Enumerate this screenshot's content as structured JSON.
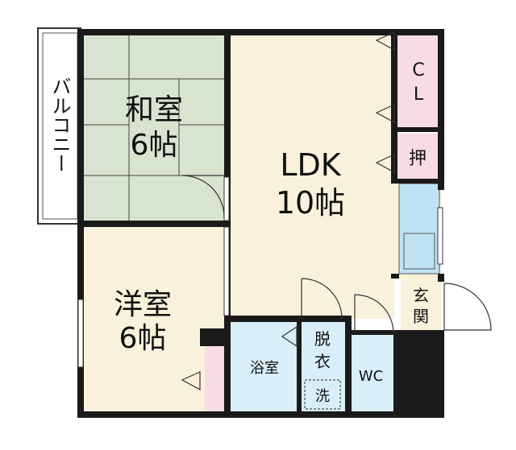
{
  "rooms": {
    "washitsu": {
      "name": "和室",
      "size": "6帖"
    },
    "ldk": {
      "name": "LDK",
      "size": "10帖"
    },
    "youshitsu": {
      "name": "洋室",
      "size": "6帖"
    },
    "closet": {
      "line1": "C",
      "line2": "L"
    },
    "oshiire": {
      "name": "押"
    },
    "genkan": {
      "line1": "玄",
      "line2": "関"
    },
    "bath": {
      "name": "浴室"
    },
    "dressing": {
      "line1": "脱",
      "line2": "衣"
    },
    "washer": {
      "name": "洗"
    },
    "wc": {
      "name": "WC"
    }
  },
  "balcony": {
    "label": "バルコニー"
  },
  "colors": {
    "wall": "#1a1a1a",
    "washitsu": "#d9e4d0",
    "ldk": "#faf1dc",
    "closet": "#f7dbe6",
    "wet": "#d8eef8",
    "kitchen": "#bfe3f2",
    "balcony": "#ffffff"
  }
}
